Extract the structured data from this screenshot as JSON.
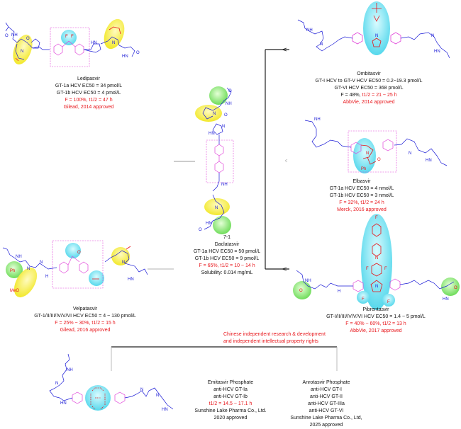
{
  "compounds": {
    "ledipasvir": {
      "name": "Ledipasvir",
      "lines": [
        "GT-1a HCV EC50 = 34 pmol/L",
        "GT-1b HCV EC50 = 4 pmol/L"
      ],
      "red_lines": [
        "F = 100%, t1/2 = 47 h",
        "Gilead, 2014 approved"
      ]
    },
    "daclatasvir": {
      "id": "7-1",
      "name": "Daclatasvir",
      "lines": [
        "GT-1a HCV EC50 = 50 pmol/L",
        "GT-1b HCV EC50 = 9 pmol/L"
      ],
      "red_lines": [
        "F = 65%, t1/2 = 10 ~ 14 h"
      ],
      "extra": "Solubility: 0.014 mg/mL"
    },
    "velpatasvir": {
      "name": "Velpatasvir",
      "lines": [
        "GT-1/II/III/IV/V/VI HCV EC50 = 4 ~ 130 pmol/L"
      ],
      "red_lines": [
        "F = 25% ~ 30%, t1/2 = 15 h",
        "Gilead, 2016 approved"
      ]
    },
    "ombitasvir": {
      "name": "Ombitasvir",
      "lines": [
        "GT-I HCV to GT-V HCV EC50 = 0.2~19.3 pmol/L",
        "GT-VI HCV EC50 = 368 pmol/L"
      ],
      "black_red_line": {
        "black": "F = 48%, ",
        "red": "t1/2 = 21 ~ 25 h"
      },
      "red_lines": [
        "AbbVie, 2014 approved"
      ]
    },
    "elbasvir": {
      "name": "Elbasvir",
      "lines": [
        "GT-1a HCV EC50 = 4 nmol/L",
        "GT-1b HCV EC50 = 3 nmol/L"
      ],
      "red_lines": [
        "F = 32%, t1/2 = 24 h",
        "Merck, 2016 approved"
      ]
    },
    "pibrentasvir": {
      "name": "Pibrentasvir",
      "lines": [
        "GT-I/II/III/IV/V/VI HCV EC50 = 1.4 ~ 5 pmol/L"
      ],
      "red_lines": [
        "F = 40% ~ 60%, t1/2 = 13 h",
        "AbbVie, 2017 approved"
      ]
    },
    "emitasvir": {
      "name": "Emitasvir Phosphate",
      "lines": [
        "anti-HCV GT-Ia",
        "anti-HCV GT-Ib"
      ],
      "red_lines": [
        "t1/2 = 14.5 ~ 17.1 h"
      ],
      "footer": [
        "Sunshine Lake Pharma Co., Ltd.",
        "2020 approved"
      ]
    },
    "anrotasvir": {
      "name": "Anrotasvir Phosphate",
      "lines": [
        "anti-HCV GT-I",
        "anti-HCV GT-II",
        "anti-HCV GT-IIIa",
        "anti-HCV GT-VI",
        "Sunshine Lake Pharma Co., Ltd,",
        "2025 approved"
      ]
    }
  },
  "note": [
    "Chinese independent research & development",
    "and independent intellectual property rights"
  ],
  "atoms": {
    "F": "F",
    "N": "N",
    "NH": "NH",
    "HN": "HN",
    "H": "H",
    "O": "O",
    "Ph": "Ph",
    "MeO": "MeO"
  },
  "colors": {
    "scaffold": "#1a1ad6",
    "core": "#e040d8",
    "highlight_red": "#e8161b",
    "yellow": "#f7f03a",
    "cyan": "#5fe0f0",
    "green": "#86e86a",
    "arrow": "#222222"
  }
}
